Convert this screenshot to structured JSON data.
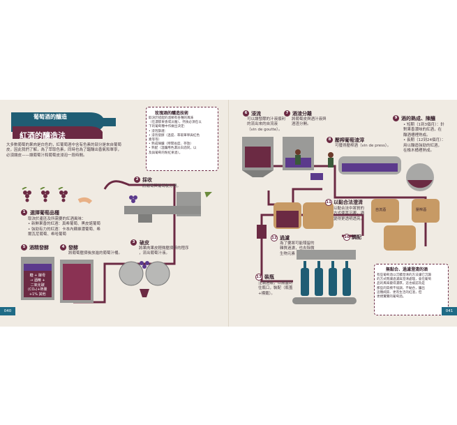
{
  "header": {
    "bottle_title": "葡萄酒的釀造",
    "main_title": "紅酒的釀造法",
    "intro": "大多數葡萄的果肉是白色的，紅葡萄酒中含有色素的部分是來自葡萄\n皮，因此我們了解，為了萃取色素，同時也為了醞釀出香氣和單寧，\n必須讓皮——讓葡萄汁和葡萄皮浸泡一段時間。"
  },
  "steps": {
    "s1": {
      "num": "1",
      "title": "選擇葡萄品種",
      "text": "取決於產區及所需要的紅酒風味：\n• 新鮮果香的紅酒：真希葡萄、黑皮諾葡萄\n• 強勁有力的紅酒：卡本內蘇維濃葡萄、希\n  爾瓦尼葡萄、希哈葡萄"
    },
    "s2": {
      "num": "2",
      "title": "採收",
      "text": "將葡萄與葡萄梗分開。"
    },
    "s3": {
      "num": "3",
      "title": "破皮",
      "text": "將果肉果皮輕微壓擠碎的程序\n，流出葡萄汁液。"
    },
    "s4": {
      "num": "4",
      "title": "發酵",
      "text": "將葡萄壓擠後放進的葡萄汁桶。"
    },
    "s5": {
      "num": "5",
      "title": "酒精發酵",
      "tank_text": "糖 + 酵母\n→ 酒精 +\n二氧化碳\n(CO₂)+熱量\n+1% 其他"
    },
    "s6": {
      "num": "6",
      "title": "浸流",
      "text": "可以讓發酵的汁液順利\n的流出來的自流液\n（vin de goutte）。"
    },
    "s7": {
      "num": "7",
      "title": "酒渣分離",
      "text": "將葡萄皮與酒汁液與\n酒渣分開。"
    },
    "s8": {
      "num": "8",
      "title": "壓榨葡萄渣滓",
      "text": "可獲得壓榨酒（vin de press）。"
    },
    "s9": {
      "num": "9",
      "title": "酒的熟成、陳釀",
      "text": "• 短期（1到3個月）：針\n  對果香濃味的紅酒，在\n  釀酒槽裡熟成。\n• 長期（12到24個月）：\n  用以釀造強勁的紅酒，\n  在橡木桶裡熟成。"
    },
    "s10": {
      "num": "10",
      "title": "調配",
      "text": ""
    },
    "s11": {
      "num": "11",
      "title": "以黏合法澄清",
      "text": "以黏合法中將質的\n方式使其沉澱，酒\n變得更透明透亮。"
    },
    "s12": {
      "num": "12",
      "title": "過濾",
      "text": "為了要將可能殘留的\n雜質過濾，也去除微\n生物元素（酵母、細菌）。"
    },
    "s13": {
      "num": "13",
      "title": "裝瓶",
      "text": "注滿酒瓶，以瓶塞封\n住瓶口，裝配（瓶蓋\n+標籤）。"
    }
  },
  "boxes": {
    "box_left": {
      "title": "玫瑰酒的釀造技術",
      "text": "取決於搭配的酒類有各種的風味\n（在濃郁果香或淡雅），然後必須在以\n下的葡萄種中作做出決定：\n• 浸泡篩選：\n• 浸泡發酵（溫度、萃取單寧與紅色\n  素等等）\n• 熟成陳釀（時間長度、存放）\n• 熟配（溫釀用色濃淡白酒同，以\n  及與葡萄的粉紅果酒）。"
    },
    "box_right": {
      "title": "無黏合、過濾澄清的酒",
      "text": "有些葡萄酒以沉積澄清的方法讓它沉澱\n的方式而讓過濾與澄清處理，會在葡萄\n品的風味變得濃厚。這也被認為是\n那些的質樸不協調，不黏合，釀出\n這種純質、更有生活的紅酒，但\n更樸實實的葡萄酒。"
    }
  },
  "barrel_labels": [
    "自流酒",
    "壓榨酒"
  ],
  "page_numbers": [
    "040",
    "041"
  ],
  "colors": {
    "wine": "#6b2a43",
    "grape": "#5b3a8c",
    "teal": "#1f6b86",
    "steel": "#9a9a98",
    "barrel": "#c79a65"
  }
}
